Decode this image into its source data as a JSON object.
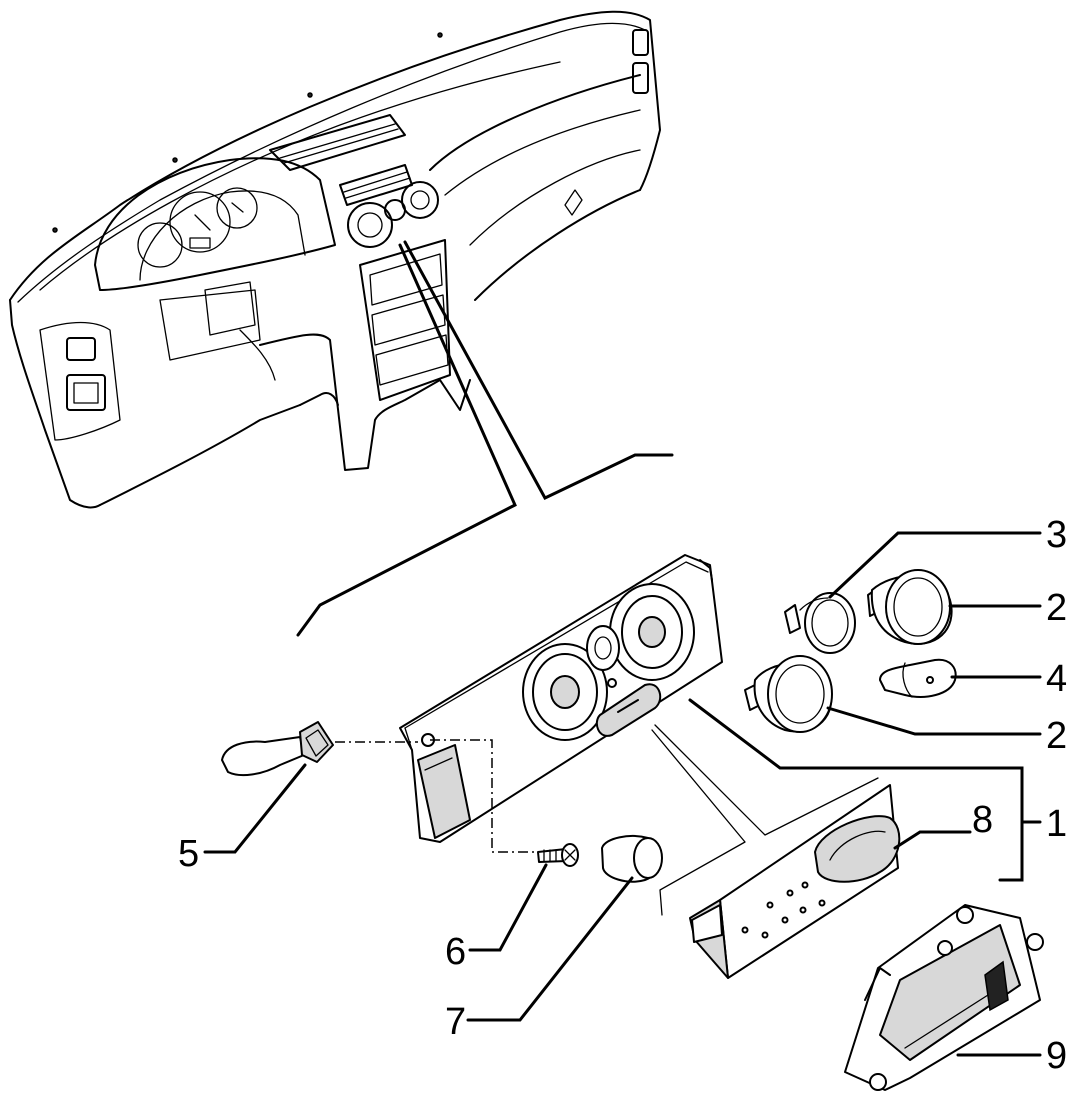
{
  "callouts": [
    {
      "id": "1",
      "label": "1"
    },
    {
      "id": "2a",
      "label": "2"
    },
    {
      "id": "2b",
      "label": "2"
    },
    {
      "id": "3",
      "label": "3"
    },
    {
      "id": "4",
      "label": "4"
    },
    {
      "id": "5",
      "label": "5"
    },
    {
      "id": "6",
      "label": "6"
    },
    {
      "id": "7",
      "label": "7"
    },
    {
      "id": "8",
      "label": "8"
    },
    {
      "id": "9",
      "label": "9"
    }
  ]
}
